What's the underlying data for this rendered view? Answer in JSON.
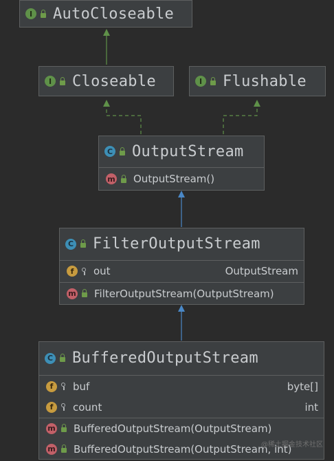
{
  "autocloseable": {
    "icon": "I",
    "name": "AutoCloseable"
  },
  "closeable": {
    "icon": "I",
    "name": "Closeable"
  },
  "flushable": {
    "icon": "I",
    "name": "Flushable"
  },
  "outputstream": {
    "icon": "C",
    "name": "OutputStream",
    "methods": [
      {
        "icon": "m",
        "text": "OutputStream()"
      }
    ]
  },
  "filteroutputstream": {
    "icon": "C",
    "name": "FilterOutputStream",
    "fields": [
      {
        "icon": "f",
        "name": "out",
        "type": "OutputStream"
      }
    ],
    "methods": [
      {
        "icon": "m",
        "text": "FilterOutputStream(OutputStream)"
      }
    ]
  },
  "bufferedoutputstream": {
    "icon": "C",
    "name": "BufferedOutputStream",
    "fields": [
      {
        "icon": "f",
        "name": "buf",
        "type": "byte[]"
      },
      {
        "icon": "f",
        "name": "count",
        "type": "int"
      }
    ],
    "methods": [
      {
        "icon": "m",
        "text": "BufferedOutputStream(OutputStream)"
      },
      {
        "icon": "m",
        "text": "BufferedOutputStream(OutputStream, int)"
      }
    ]
  },
  "watermark": "@稀土掘金技术社区",
  "colors": {
    "interface_icon": "#5f9149",
    "class_icon": "#3d8fb6",
    "method_icon": "#c26068",
    "field_icon": "#c79b3f",
    "implements_arrow": "#5f9149",
    "extends_arrow": "#4a88c7"
  }
}
